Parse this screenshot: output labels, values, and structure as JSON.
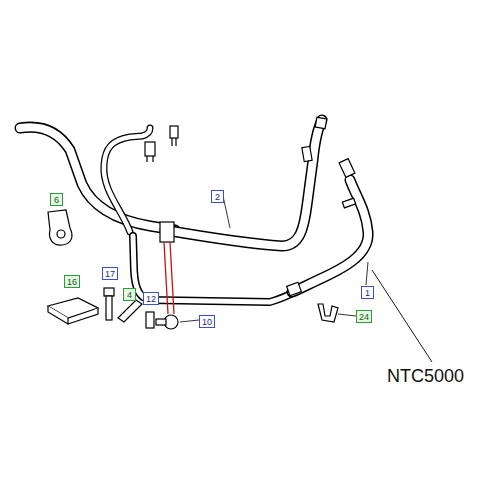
{
  "diagram": {
    "nodes": [
      {
        "text": [
          "2"
        ]
      },
      {
        "text": [
          "6"
        ]
      },
      {
        "text": [
          "16"
        ]
      },
      {
        "text": [
          "17"
        ]
      },
      {
        "text": [
          "4"
        ]
      },
      {
        "text": [
          "12"
        ]
      },
      {
        "text": [
          "10"
        ]
      },
      {
        "text": [
          "1"
        ]
      },
      {
        "text": [
          "24"
        ]
      }
    ],
    "labels": [
      "NTC5000"
    ]
  }
}
